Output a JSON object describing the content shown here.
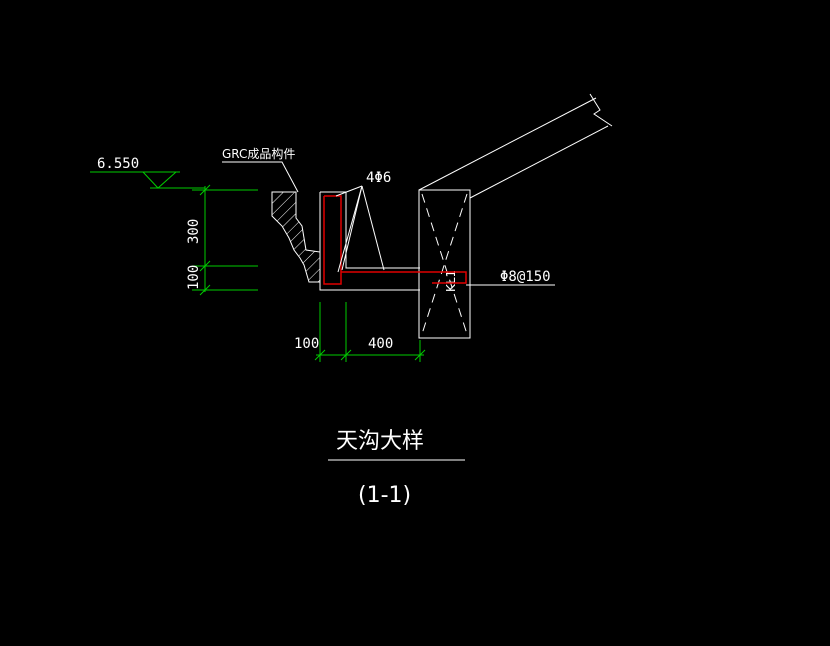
{
  "drawing": {
    "elevation": "6.550",
    "grc_label": "GRC成品构件",
    "rebar_top": "4Φ6",
    "rebar_stirrup": "Φ8@150",
    "beam_label": "KL1",
    "dim_300": "300",
    "dim_100_vertical": "100",
    "dim_100_horizontal": "100",
    "dim_400": "400",
    "title": "天沟大样",
    "section": "(1-1)"
  },
  "colors": {
    "background": "#000000",
    "line": "#ffffff",
    "dimension": "#00cc00",
    "rebar": "#e00000"
  }
}
